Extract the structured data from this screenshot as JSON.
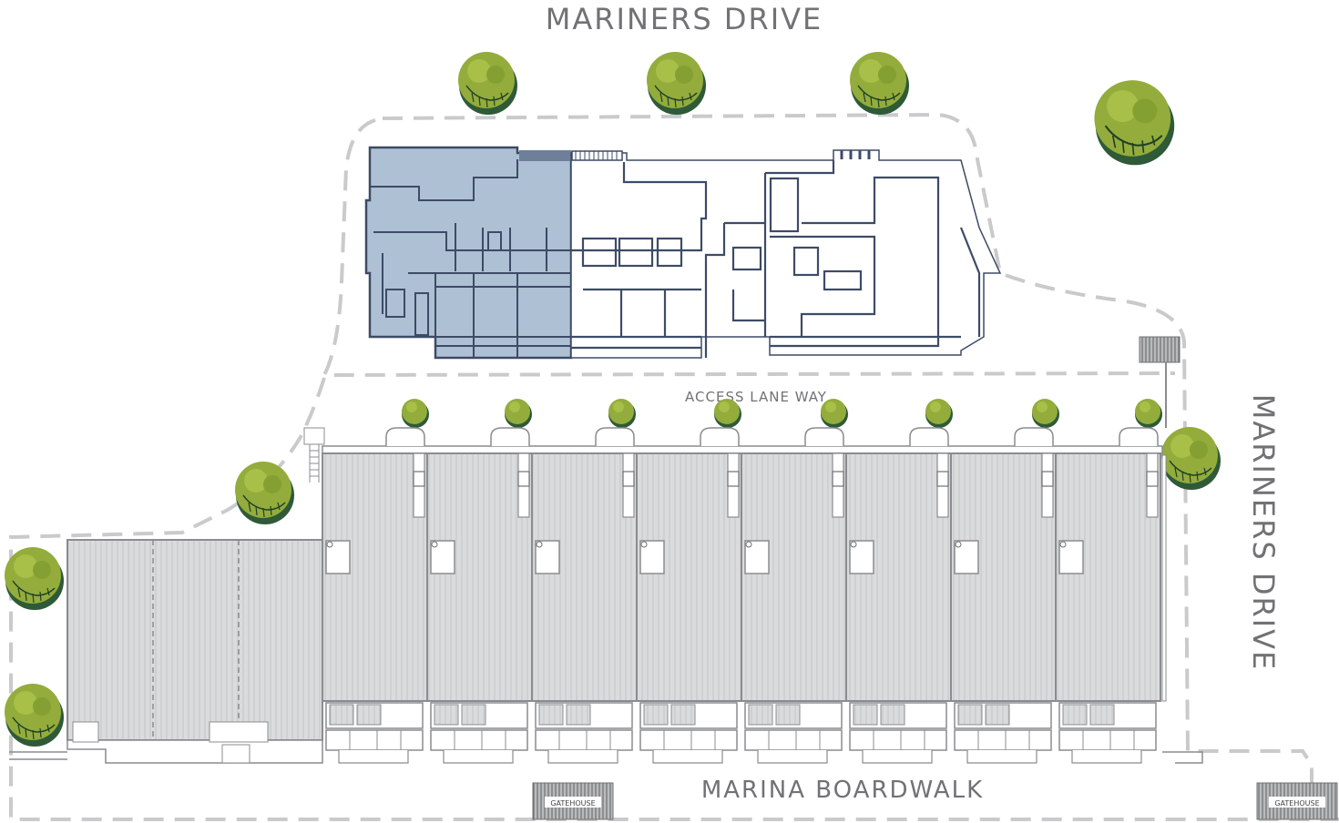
{
  "labels": {
    "top_street": "MARINERS DRIVE",
    "side_street": "MARINERS DRIVE",
    "lane": "ACCESS LANE WAY",
    "boardwalk": "MARINA BOARDWALK",
    "gatehouse_left": "GATEHOUSE",
    "gatehouse_right": "GATEHOUSE"
  },
  "colors": {
    "highlight_unit": "#aec0d3",
    "highlight_stroke": "#3d4b66",
    "roof": "#dadbdc",
    "outline": "#8a8c8f",
    "dashed_boundary": "#c9cacb",
    "tree": "#93ac3b",
    "tree_dark": "#2f5a38",
    "text": "#707275"
  },
  "townhouse_count": 8,
  "icons": [
    "tree-icon",
    "gatehouse-icon",
    "meter-box-icon"
  ]
}
